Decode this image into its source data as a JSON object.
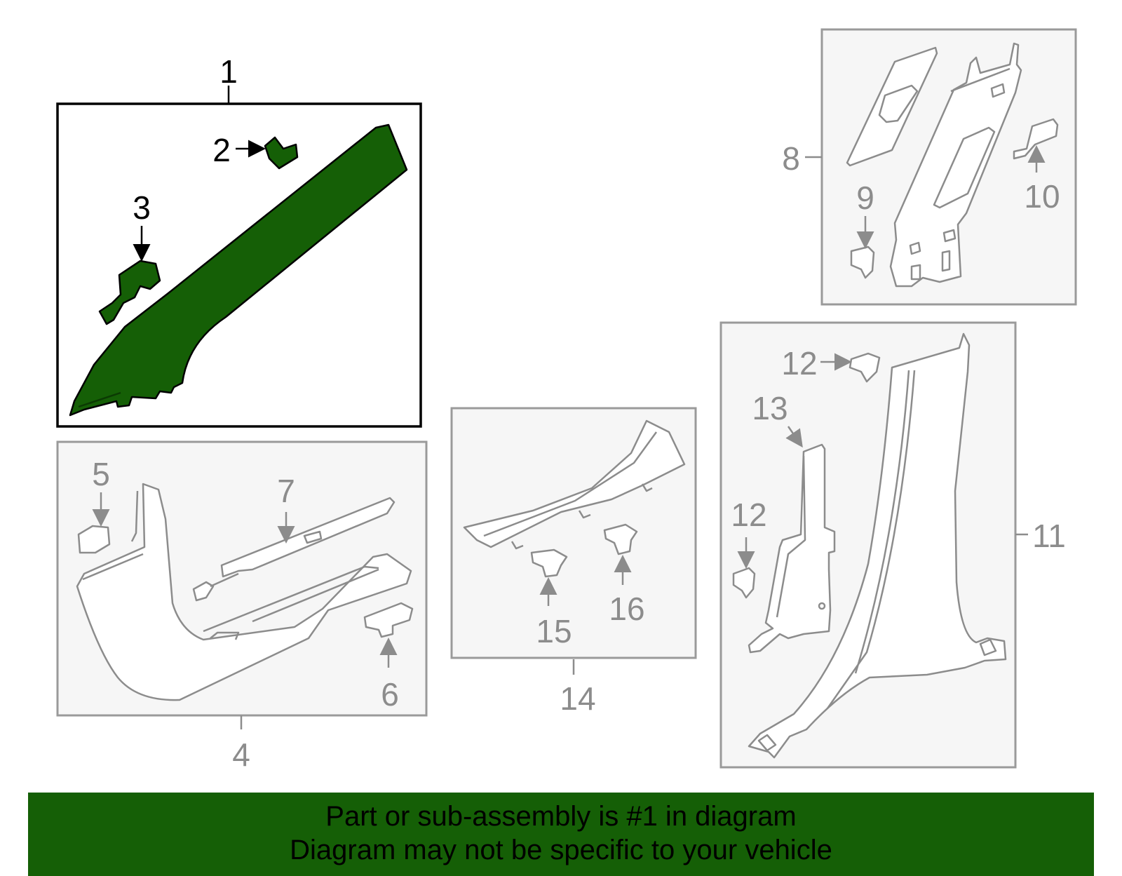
{
  "callouts": [
    "1",
    "2",
    "3",
    "4",
    "5",
    "6",
    "7",
    "8",
    "9",
    "10",
    "11",
    "12",
    "12",
    "13",
    "14",
    "15",
    "16"
  ],
  "notice": {
    "line1": "Part or sub-assembly is #1 in diagram",
    "line2": "Diagram may not be specific to your vehicle"
  },
  "colors": {
    "highlight": "#155f06",
    "outline_selected": "#000000",
    "outline_other": "#8c8c8c",
    "panel_fill": "#f6f6f6"
  }
}
